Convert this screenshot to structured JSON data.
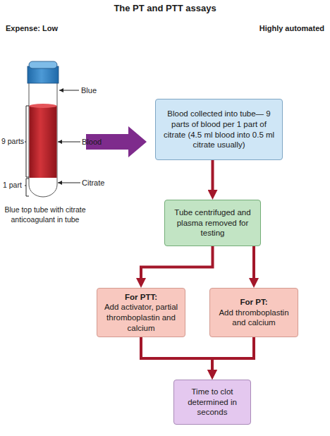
{
  "diagram": {
    "title": "The PT and PTT assays",
    "nodes": [
      {
        "text": [
          "Blood collected into tube— 9 parts of blood per 1 part of citrate (4.5 ml blood into 0.5 ml citrate usually)"
        ]
      },
      {
        "text": [
          "Tube centrifuged and plasma removed for testing"
        ]
      },
      {
        "text": [
          "For PTT:",
          "Add activator, partial thromboplastin and calcium"
        ]
      },
      {
        "text": [
          "For PT:",
          "Add thromboplastin and calcium"
        ]
      },
      {
        "text": [
          "Time to clot determined in seconds"
        ]
      }
    ],
    "edges": [
      {
        "from": 0,
        "to": 1,
        "arrow": "to"
      },
      {
        "from": 1,
        "to": 2,
        "arrow": "to"
      },
      {
        "from": 1,
        "to": 3,
        "arrow": "to"
      },
      {
        "from": 2,
        "to": 4,
        "arrow": "to"
      },
      {
        "from": 3,
        "to": 4,
        "arrow": "to"
      }
    ],
    "labels": [
      "Expense: Low",
      "Highly automated",
      "Blue",
      "9 parts",
      "Blood",
      "1 part",
      "Citrate",
      "Blue top tube with citrate anticoagulant in tube"
    ]
  }
}
